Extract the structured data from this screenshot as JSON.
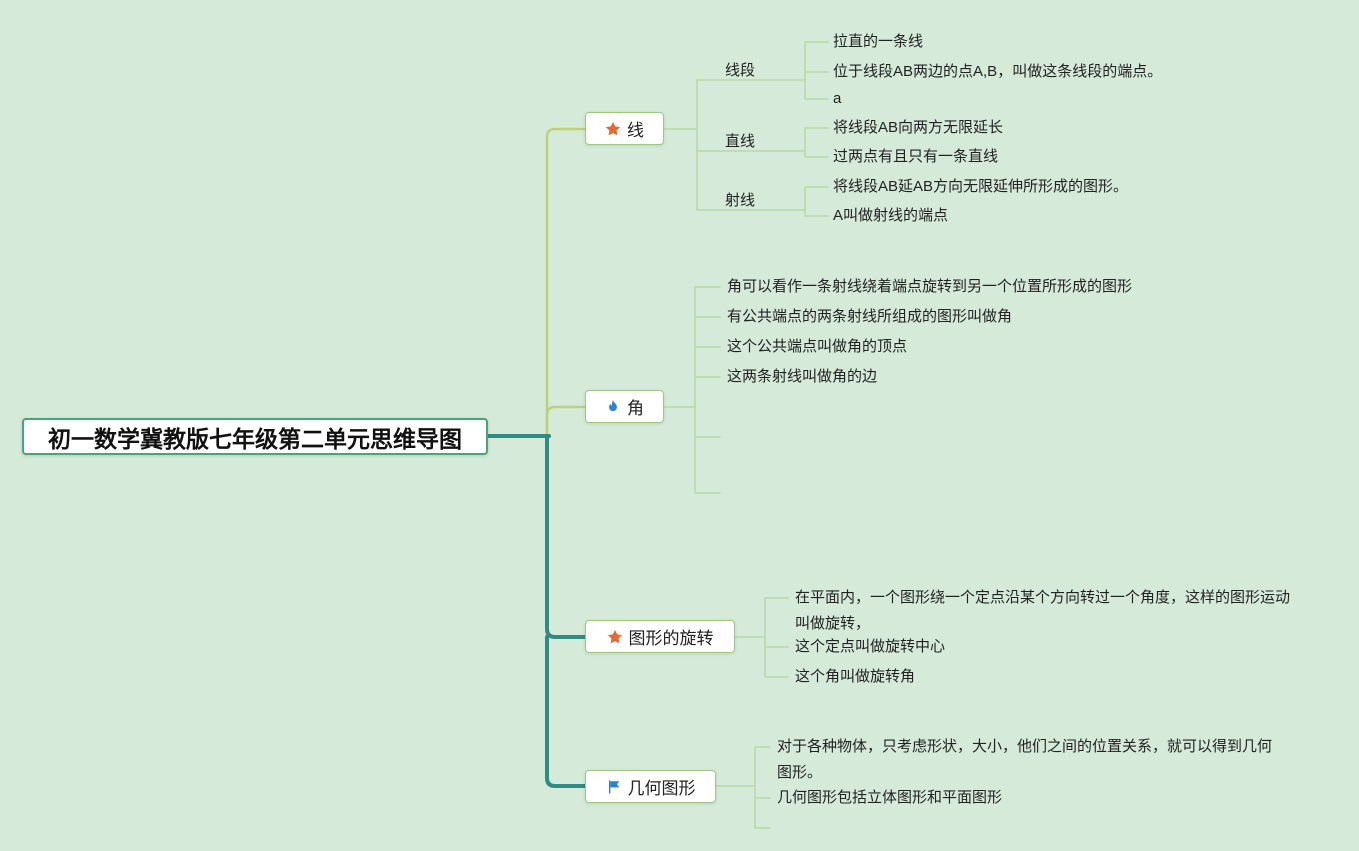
{
  "root": {
    "label": "初一数学冀教版七年级第二单元思维导图"
  },
  "branches": [
    {
      "label": "线",
      "icon": "star-icon",
      "children": [
        {
          "label": "线段",
          "leaves": [
            "拉直的一条线",
            "位于线段AB两边的点A,B，叫做这条线段的端点。",
            "a"
          ]
        },
        {
          "label": "直线",
          "leaves": [
            "将线段AB向两方无限延长",
            "过两点有且只有一条直线"
          ]
        },
        {
          "label": "射线",
          "leaves": [
            "将线段AB延AB方向无限延伸所形成的图形。",
            "A叫做射线的端点"
          ]
        }
      ]
    },
    {
      "label": "角",
      "icon": "flame-icon",
      "leaves": [
        "角可以看作一条射线绕着端点旋转到另一个位置所形成的图形",
        "有公共端点的两条射线所组成的图形叫做角",
        "这个公共端点叫做角的顶点",
        "这两条射线叫做角的边"
      ]
    },
    {
      "label": "图形的旋转",
      "icon": "star-icon",
      "leaves": [
        "在平面内，一个图形绕一个定点沿某个方向转过一个角度，这样的图形运动叫做旋转，",
        "这个定点叫做旋转中心",
        "这个角叫做旋转角"
      ]
    },
    {
      "label": "几何图形",
      "icon": "flag-icon",
      "leaves": [
        "对于各种物体，只考虑形状，大小，他们之间的位置关系，就可以得到几何图形。",
        "几何图形包括立体图形和平面图形"
      ]
    }
  ],
  "colors": {
    "background": "#d5ead9",
    "trunk": "#2f8c84",
    "branch_line": "#bdd07c",
    "child_line": "#b9d7a2",
    "root_border": "#4ba378",
    "topic_border": "#9aca82",
    "star_icon": "#e06b35",
    "flame_icon": "#2c80d6",
    "flag_icon": "#2c80d6"
  }
}
